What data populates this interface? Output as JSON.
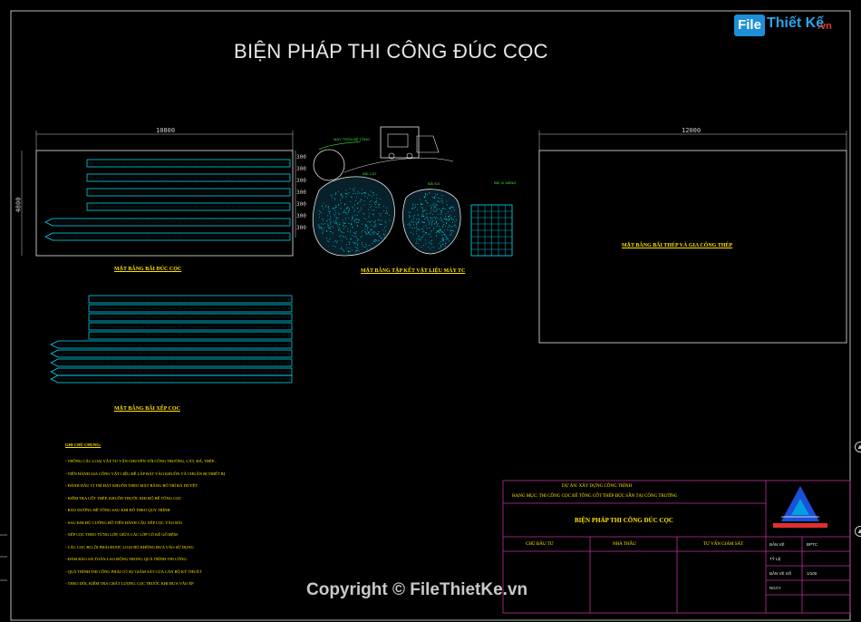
{
  "title": "BIỆN PHÁP THI CÔNG ĐÚC CỌC",
  "logo": {
    "box": "File",
    "rest": "Thiết Kế",
    "suffix": ".vn"
  },
  "dimensions": {
    "left_width": "10800",
    "left_height": "4800",
    "right_width": "12000",
    "spacing": [
      "300",
      "300",
      "300",
      "300",
      "300",
      "300",
      "300"
    ]
  },
  "captions": {
    "pile_layout": "MẶT BẰNG BÃI ĐÚC CỌC",
    "materials": "MẶT BẰNG TẬP KẾT VẬT LIỆU MÁY TC",
    "stacking": "MẶT BẰNG BÃI XẾP CỌC",
    "steel_yard": "MẶT BẰNG BÃI THÉP VÀ GIA CÔNG THÉP"
  },
  "material_labels": {
    "machine": "MÁY TRỘN BÊ TÔNG",
    "sand": "BÃI CÁT",
    "stone": "BÃI ĐÁ",
    "steel": "BÃI XI MĂNG"
  },
  "notes": {
    "heading": "GHI CHÚ CHUNG:",
    "lines": [
      "- THÔNG CÁC LOẠI VẬT TƯ VẬN CHUYỂN TỚI CÔNG TRƯỜNG, CÁT, ĐÁ, THÉP...",
      "- TIẾN HÀNH GIA CÔNG VẬT LIỆU ĐỂ LẮP ĐẶT VÀO KHUÔN VÀ CHUẨN BỊ THIẾT BỊ",
      "- ĐÁNH DẤU VỊ TRÍ ĐẶT KHUÔN THEO MẶT BẰNG BỐ TRÍ ĐÃ DUYỆT",
      "- KIỂM TRA CỐT THÉP, KHUÔN TRƯỚC KHI ĐỔ BÊ TÔNG CỌC",
      "- BẢO DƯỠNG BÊ TÔNG SAU KHI ĐỔ THEO QUY TRÌNH",
      "- SAU KHI ĐỦ CƯỜNG ĐỘ TIẾN HÀNH CẨU XẾP CỌC VÀO BÃI",
      "- XẾP CỌC THEO TỪNG LỚP, GIỮA CÁC LỚP CÓ KÊ GỖ ĐỆM",
      "- CÁC CỌC BỊ LỖI PHẢI ĐƯỢC LOẠI BỎ KHÔNG ĐƯA VÀO SỬ DỤNG",
      "- ĐẢM BẢO AN TOÀN LAO ĐỘNG TRONG QUÁ TRÌNH THI CÔNG",
      "- QUÁ TRÌNH THI CÔNG PHẢI CÓ SỰ GIÁM SÁT CỦA CÁN BỘ KỸ THUẬT",
      "- THEO DÕI, KIỂM TRA CHẤT LƯỢNG CỌC TRƯỚC KHI ĐƯA VÀO ÉP"
    ]
  },
  "title_block": {
    "header_line1": "DỰ ÁN: XÂY DỰNG CÔNG TRÌNH",
    "header_line2": "HẠNG MỤC: THI CÔNG CỌC BÊ TÔNG CỐT THÉP ĐÚC SẴN TẠI CÔNG TRƯỜNG",
    "drawing_title": "BIỆN PHÁP THI CÔNG ĐÚC CỌC",
    "col1": "CHỦ ĐẦU TƯ",
    "col2": "NHÀ THẦU",
    "col3": "TƯ VẤN GIÁM SÁT",
    "side_rows": [
      "BẢN VẼ",
      "TỶ LỆ",
      "BẢN VẼ SỐ",
      "NGÀY"
    ],
    "side_values": [
      "BPTC",
      "",
      "1/100",
      ""
    ]
  },
  "watermark": "Copyright © FileThietKe.vn",
  "colors": {
    "pile": "#00e6ff",
    "yellow": "#ffe300",
    "magenta": "#c0309a",
    "white": "#e8e8e8"
  }
}
